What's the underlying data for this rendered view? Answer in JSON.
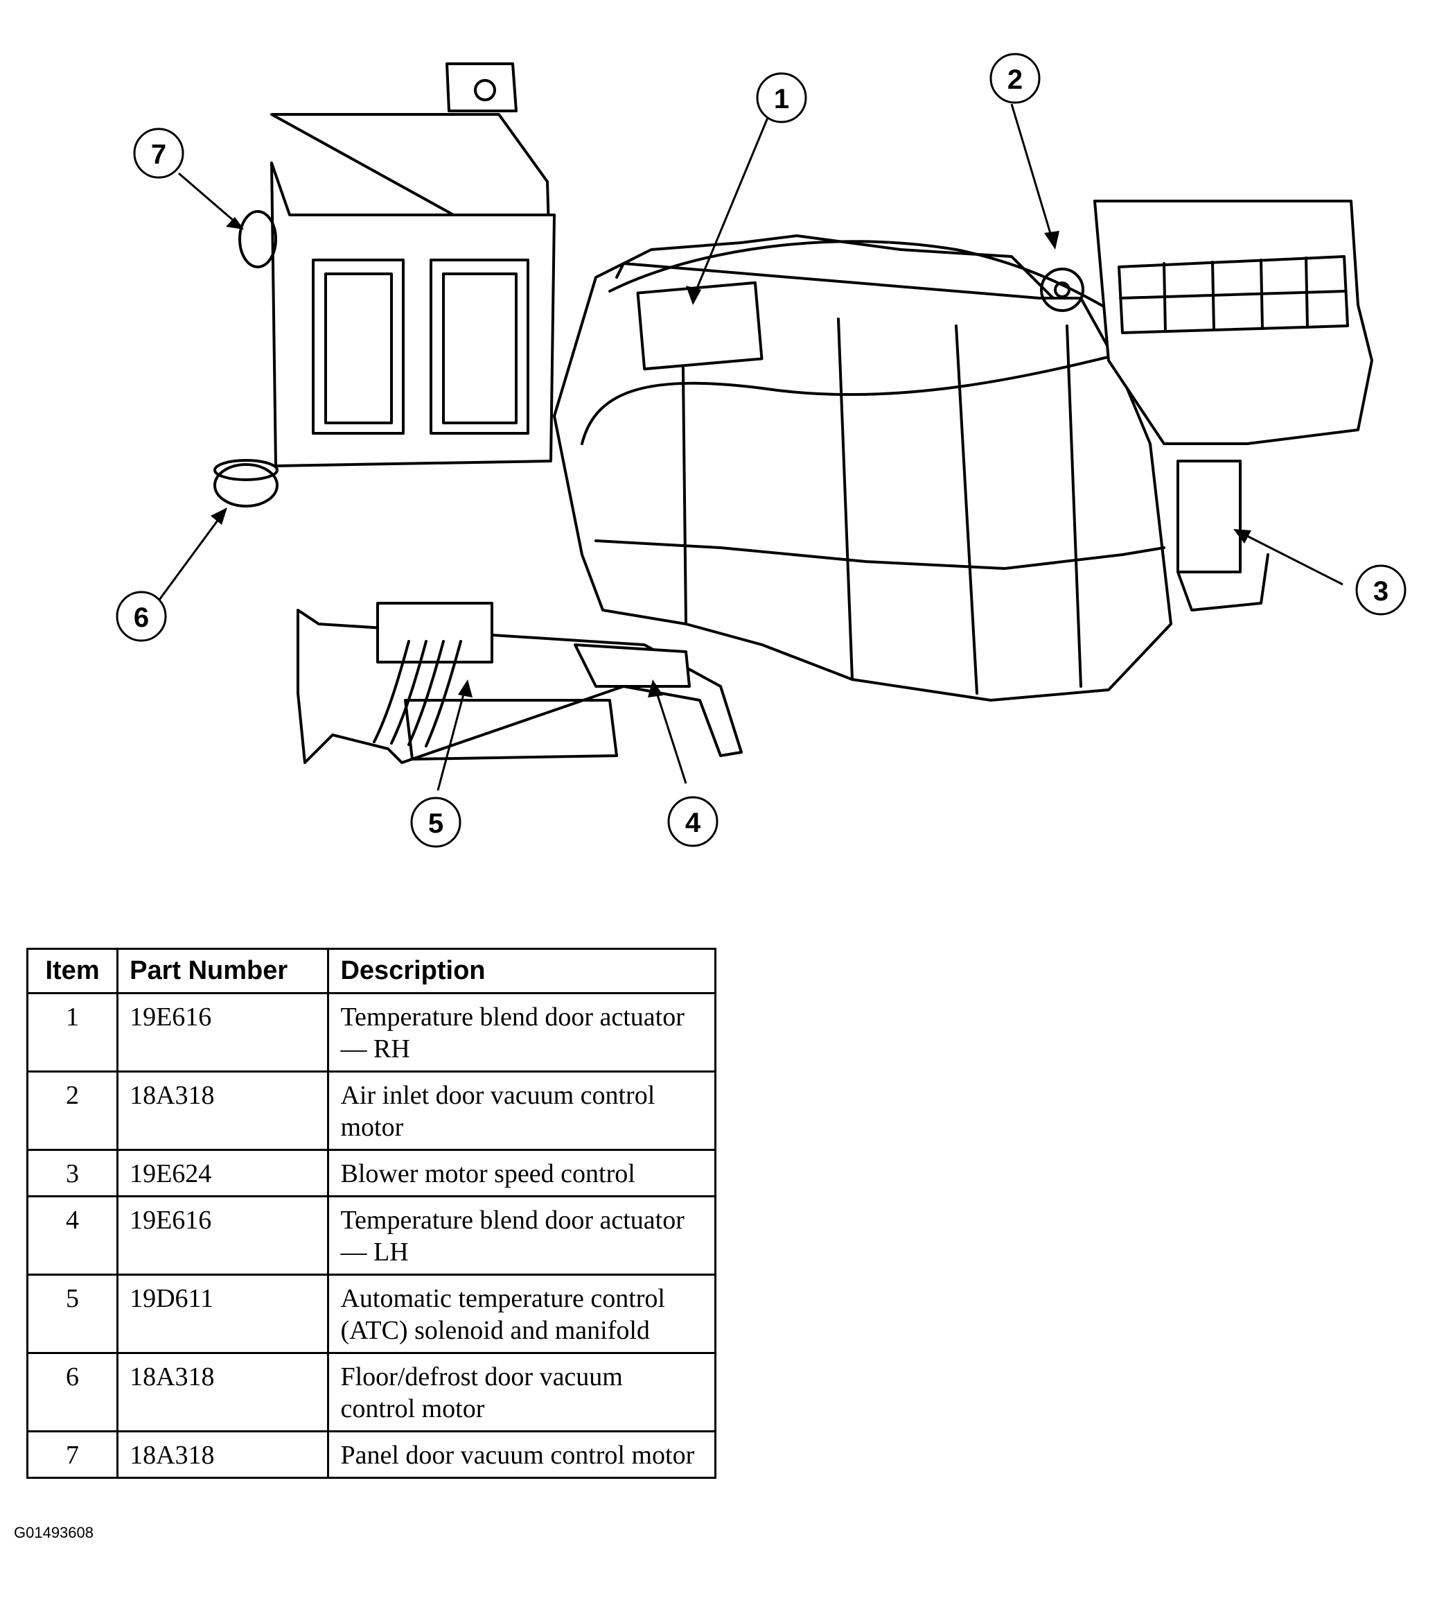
{
  "callouts": [
    "1",
    "2",
    "3",
    "4",
    "5",
    "6",
    "7"
  ],
  "table": {
    "headers": {
      "item": "Item",
      "part_number": "Part Number",
      "description": "Description"
    },
    "rows": [
      {
        "item": "1",
        "part_number": "19E616",
        "description": "Temperature blend door actuator — RH"
      },
      {
        "item": "2",
        "part_number": "18A318",
        "description": "Air inlet door vacuum control motor"
      },
      {
        "item": "3",
        "part_number": "19E624",
        "description": "Blower motor speed control"
      },
      {
        "item": "4",
        "part_number": "19E616",
        "description": "Temperature blend door actuator — LH"
      },
      {
        "item": "5",
        "part_number": "19D611",
        "description": "Automatic temperature control (ATC) solenoid and manifold"
      },
      {
        "item": "6",
        "part_number": "18A318",
        "description": "Floor/defrost door vacuum control motor"
      },
      {
        "item": "7",
        "part_number": "18A318",
        "description": "Panel door vacuum control motor"
      }
    ]
  },
  "figure_id": "G01493608"
}
